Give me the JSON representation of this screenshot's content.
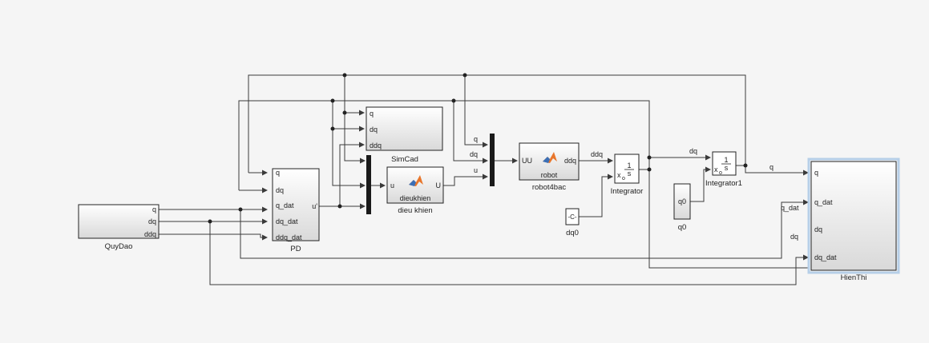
{
  "blocks": {
    "quydao": {
      "name": "QuyDao",
      "ports_out": [
        "q",
        "dq",
        "ddq"
      ]
    },
    "pd": {
      "name": "PD",
      "ports_in": [
        "q",
        "dq",
        "q_dat",
        "dq_dat",
        "ddq_dat"
      ],
      "port_out": "u'"
    },
    "simcad": {
      "name": "SimCad",
      "ports_in": [
        "q",
        "dq",
        "ddq"
      ]
    },
    "dieukhien": {
      "name": "dieu khien",
      "title": "dieukhien",
      "port_in": "u",
      "port_out": "U"
    },
    "robot": {
      "name": "robot4bac",
      "title": "robot",
      "port_in": "UU",
      "port_out": "ddq"
    },
    "integrator": {
      "name": "Integrator",
      "num": "1",
      "den": "s",
      "init": "x",
      "init_sub": "o"
    },
    "integrator1": {
      "name": "Integrator1",
      "num": "1",
      "den": "s",
      "init": "x",
      "init_sub": "o"
    },
    "dq0": {
      "name": "dq0",
      "text": "-C-"
    },
    "q0": {
      "name": "q0",
      "text": "q0"
    },
    "hienthi": {
      "name": "HienThi",
      "ports_in": [
        "q",
        "q_dat",
        "dq",
        "dq_dat"
      ]
    }
  },
  "signals": {
    "mux2_q": "q",
    "mux2_dq": "dq",
    "mux2_u": "u",
    "ddq": "ddq",
    "dq": "dq",
    "q": "q",
    "q_dat": "q_dat",
    "dq_wire": "dq"
  }
}
